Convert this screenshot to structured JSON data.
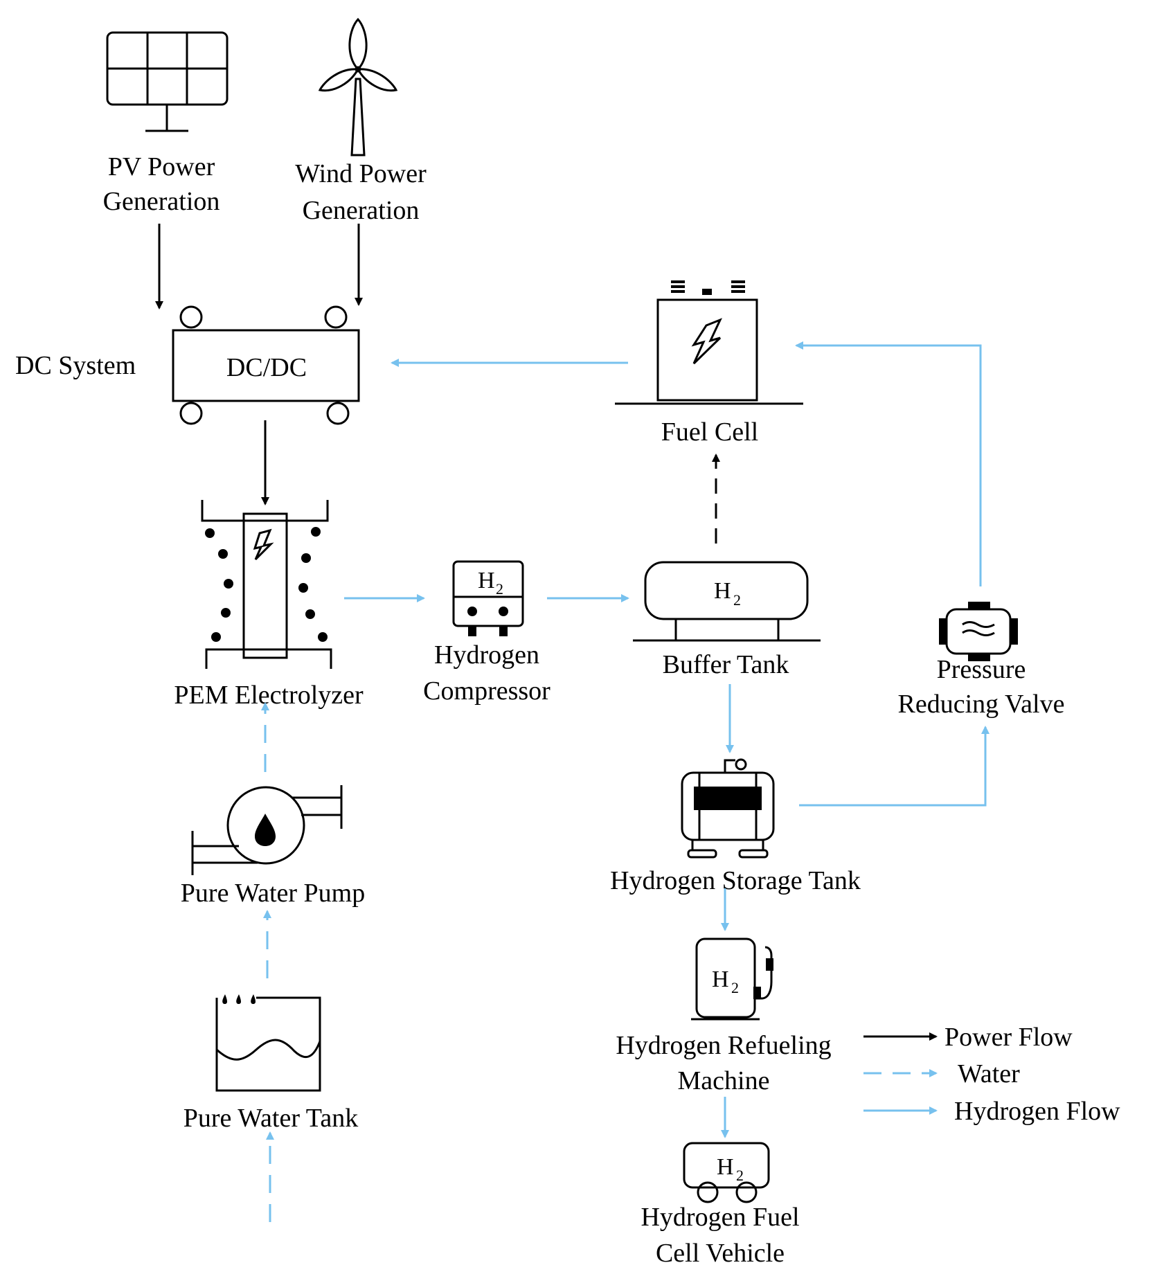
{
  "labels": {
    "pv": [
      "PV Power",
      "Generation"
    ],
    "wind": [
      "Wind Power",
      "Generation"
    ],
    "dc_system": "DC System",
    "dcdc": "DC/DC",
    "fuel_cell": "Fuel Cell",
    "pem": "PEM Electrolyzer",
    "compressor": [
      "Hydrogen",
      "Compressor"
    ],
    "buffer_tank": "Buffer Tank",
    "prv": [
      "Pressure",
      "Reducing Valve"
    ],
    "pump": "Pure Water Pump",
    "storage": "Hydrogen Storage Tank",
    "water_tank": "Pure Water Tank",
    "refueling": [
      "Hydrogen Refueling",
      "Machine"
    ],
    "vehicle": [
      "Hydrogen Fuel",
      "Cell Vehicle"
    ],
    "h2_main": "H",
    "h2_sub": "2"
  },
  "legend": {
    "power": "Power Flow",
    "water": "Water",
    "hydrogen": "Hydrogen Flow"
  },
  "colors": {
    "power": "#000000",
    "water": "#77c1ee",
    "hydrogen": "#77c1ee"
  }
}
